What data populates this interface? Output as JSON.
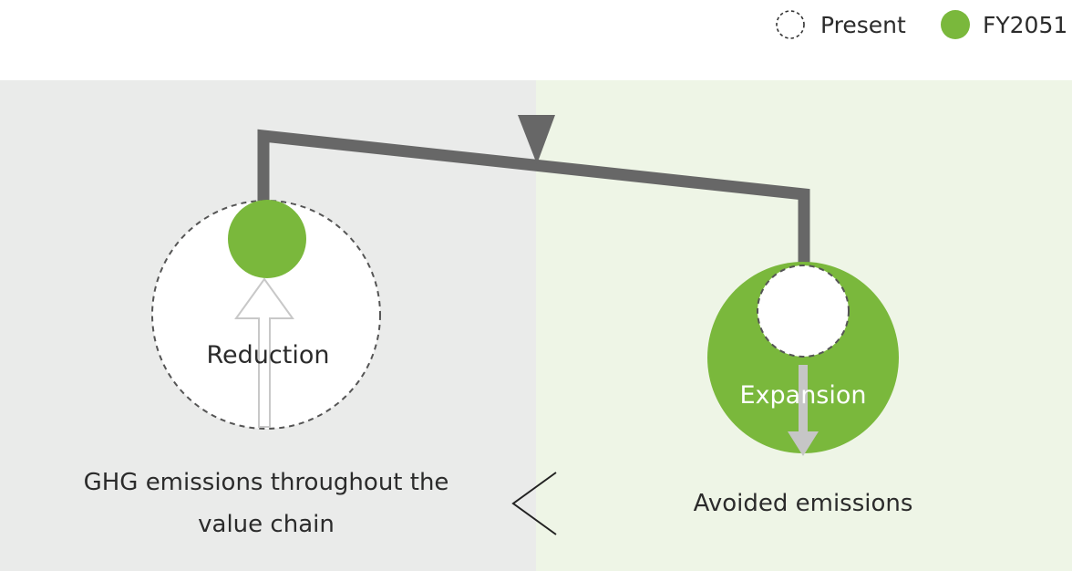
{
  "legend": {
    "present_label": "Present",
    "fy_label": "FY2051"
  },
  "left_panel": {
    "circle_label": "Reduction",
    "caption_line1": "GHG emissions throughout the",
    "caption_line2": "value chain"
  },
  "right_panel": {
    "circle_label": "Expansion",
    "caption": "Avoided emissions"
  },
  "comparison_symbol": "<",
  "colors": {
    "green": "#7ab83c",
    "left_background": "#eaebea",
    "right_background": "#eef5e6",
    "beam": "#676767",
    "dashed_outline": "#555555",
    "arrow_outline": "#c8c8c8",
    "arrow_fill": "#c6c6c6"
  }
}
